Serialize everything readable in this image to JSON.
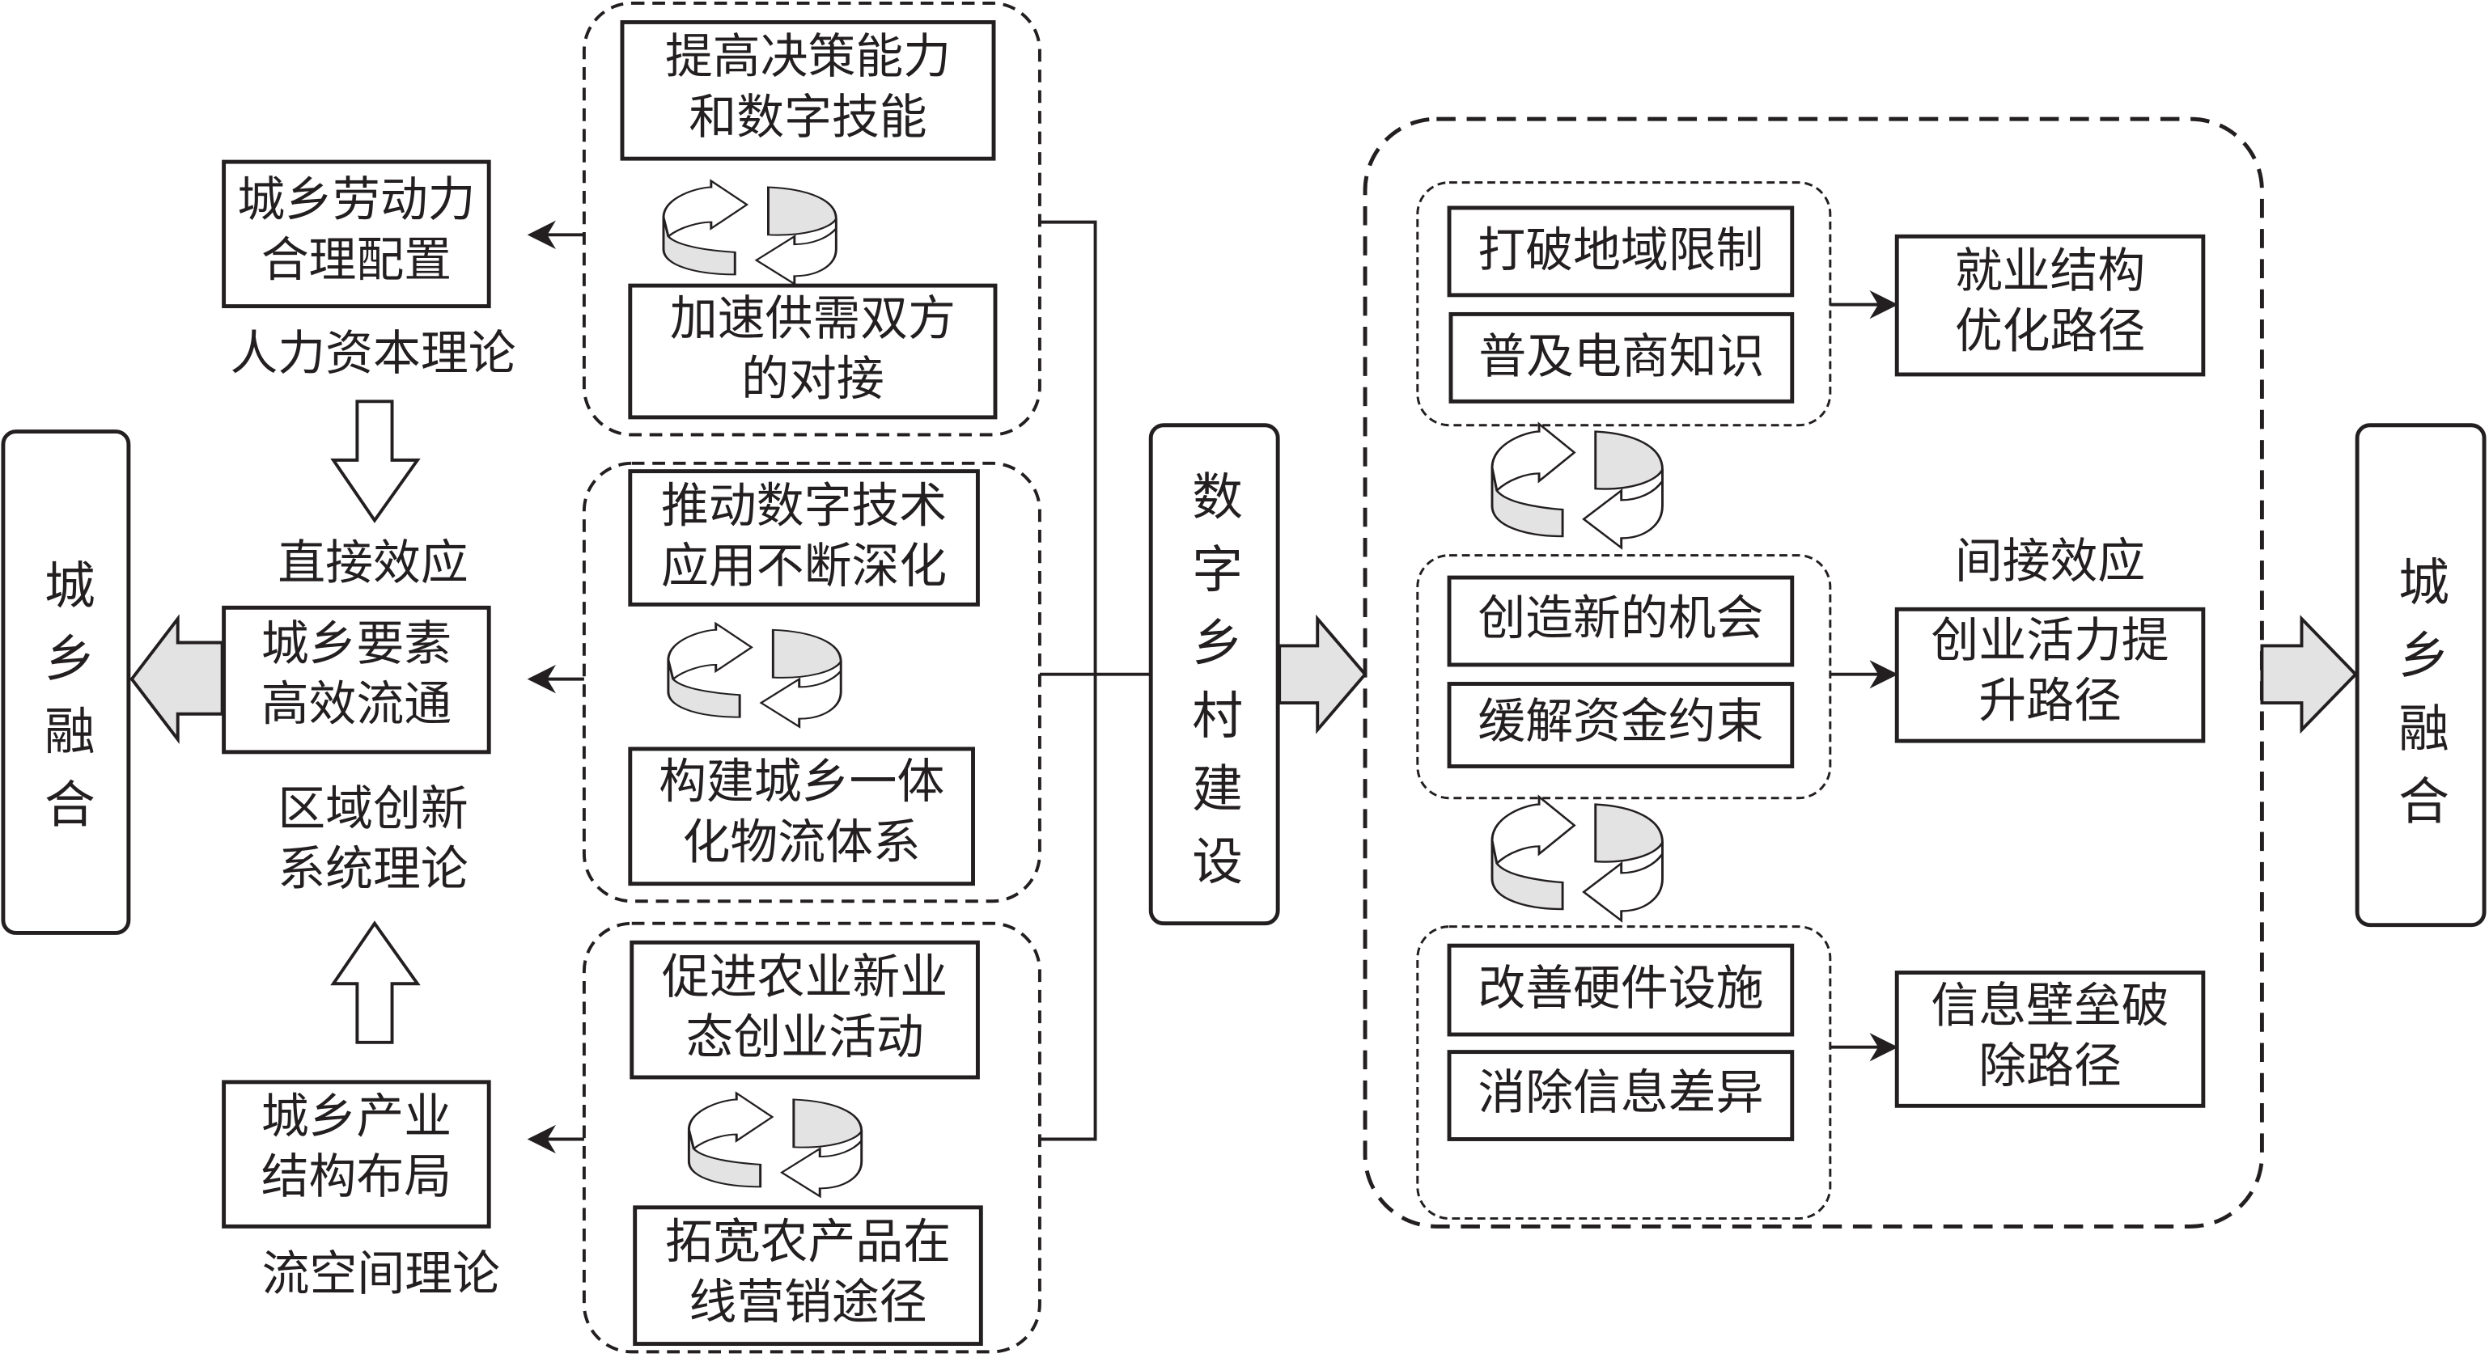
{
  "left_output": {
    "label": "城乡融合"
  },
  "right_output": {
    "label": "城乡融合"
  },
  "center": {
    "label": "数字乡村建设"
  },
  "direct_effect": {
    "title": "直接效应",
    "outcomes": [
      {
        "label": "城乡劳动力\n合理配置",
        "theory": "人力资本理论"
      },
      {
        "label": "城乡要素\n高效流通",
        "theory": "区域创新\n系统理论"
      },
      {
        "label": "城乡产业\n结构布局",
        "theory": "流空间理论"
      }
    ],
    "groups": [
      {
        "top": "提高决策能力\n和数字技能",
        "bottom": "加速供需双方\n的对接"
      },
      {
        "top": "推动数字技术\n应用不断深化",
        "bottom": "构建城乡一体\n化物流体系"
      },
      {
        "top": "促进农业新业\n态创业活动",
        "bottom": "拓宽农产品在\n线营销途径"
      }
    ]
  },
  "indirect_effect": {
    "title": "间接效应",
    "groups": [
      {
        "items": [
          "打破地域限制",
          "普及电商知识"
        ],
        "path": "就业结构\n优化路径"
      },
      {
        "items": [
          "创造新的机会",
          "缓解资金约束"
        ],
        "path": "创业活力提\n升路径"
      },
      {
        "items": [
          "改善硬件设施",
          "消除信息差异"
        ],
        "path": "信息壁垒破\n除路径"
      }
    ]
  },
  "colors": {
    "ink": "#231f20",
    "fill_gray": "#e3e3e3"
  }
}
